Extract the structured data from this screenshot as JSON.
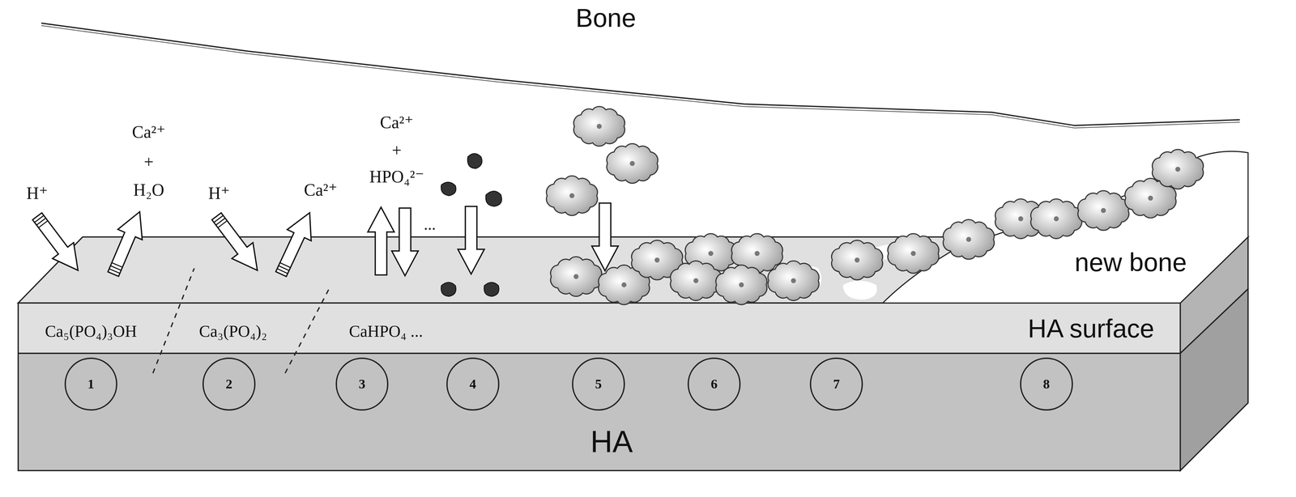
{
  "diagram": {
    "nodes": [
      {
        "text": [
          "1"
        ]
      },
      {
        "text": [
          "2"
        ]
      },
      {
        "text": [
          "3"
        ]
      },
      {
        "text": [
          "4"
        ]
      },
      {
        "text": [
          "5"
        ]
      },
      {
        "text": [
          "6"
        ]
      },
      {
        "text": [
          "7"
        ]
      },
      {
        "text": [
          "8"
        ]
      }
    ],
    "labels": [
      "Bone",
      "H⁺",
      "Ca²⁺",
      "+",
      "H₂O",
      "H⁺",
      "Ca²⁺",
      "Ca²⁺",
      "+",
      "HPO₄²⁻",
      "...",
      "new bone",
      "Ca₅(PO₄)₃OH",
      "Ca₃(PO₄)₂",
      "CaHPO₄ ...",
      "HA surface",
      "HA"
    ]
  }
}
